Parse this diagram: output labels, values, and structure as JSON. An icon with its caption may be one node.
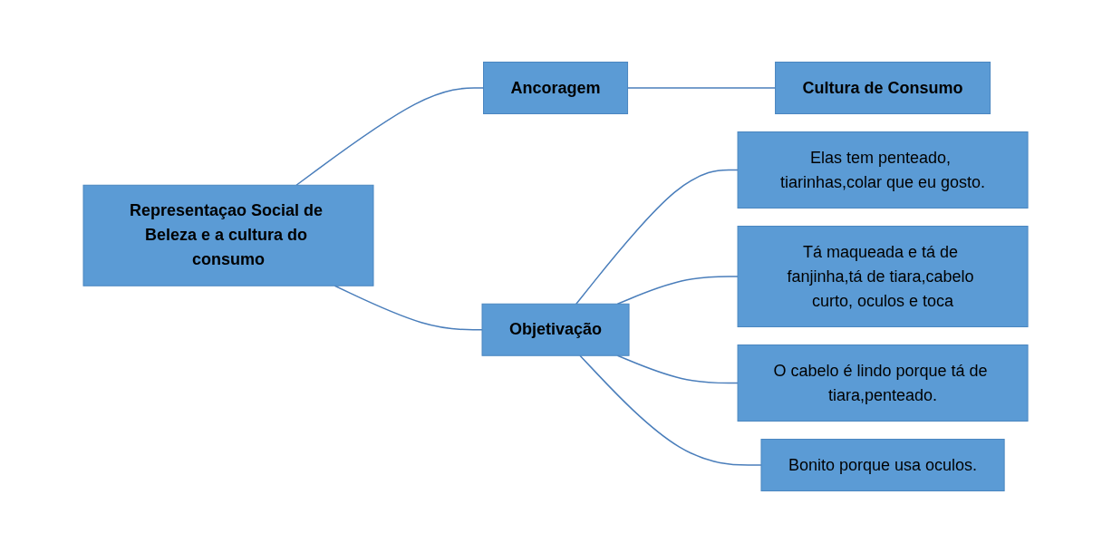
{
  "diagram": {
    "nodes": [
      {
        "text": [
          "Representaçao Social de Beleza e a cultura do consumo"
        ]
      },
      {
        "text": [
          "Ancoragem"
        ]
      },
      {
        "text": [
          "Objetivação"
        ]
      },
      {
        "text": [
          "Cultura de Consumo"
        ]
      },
      {
        "text": [
          "Elas tem penteado, tiarinhas,colar que eu gosto."
        ]
      },
      {
        "text": [
          "Tá maqueada e tá de fanjinha,tá de tiara,cabelo curto, oculos e toca"
        ]
      },
      {
        "text": [
          "O cabelo é lindo porque tá de tiara,penteado."
        ]
      },
      {
        "text": [
          "Bonito porque usa oculos."
        ]
      }
    ],
    "edges": [
      {
        "from": 0,
        "to": 1,
        "arrow": "none"
      },
      {
        "from": 0,
        "to": 2,
        "arrow": "none"
      },
      {
        "from": 1,
        "to": 3,
        "arrow": "none"
      },
      {
        "from": 2,
        "to": 4,
        "arrow": "none"
      },
      {
        "from": 2,
        "to": 5,
        "arrow": "none"
      },
      {
        "from": 2,
        "to": 6,
        "arrow": "none"
      },
      {
        "from": 2,
        "to": 7,
        "arrow": "none"
      }
    ]
  }
}
